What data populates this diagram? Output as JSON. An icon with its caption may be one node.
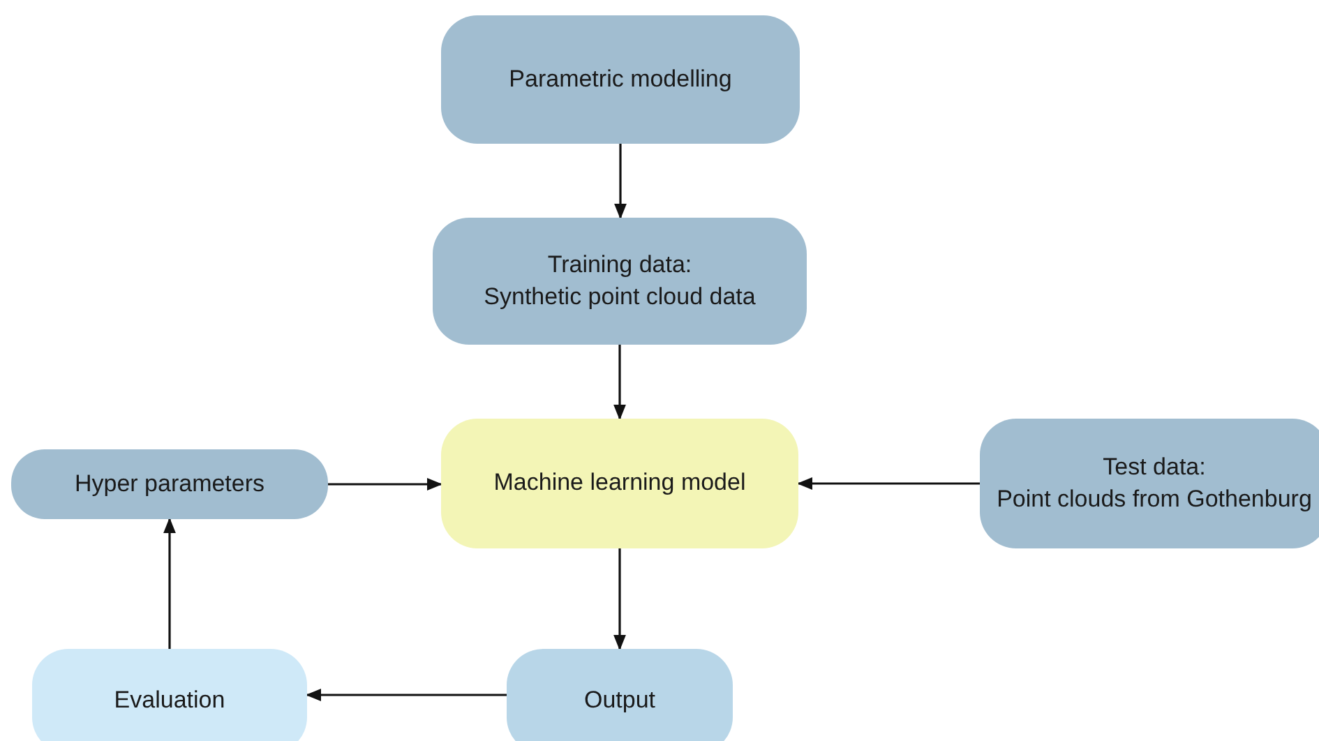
{
  "diagram": {
    "nodes": [
      {
        "text": [
          "Parametric modelling"
        ]
      },
      {
        "text": [
          "Training data:",
          "Synthetic point cloud data"
        ]
      },
      {
        "text": [
          "Machine learning model"
        ]
      },
      {
        "text": [
          "Test data:",
          "Point clouds from Gothenburg"
        ]
      },
      {
        "text": [
          "Hyper parameters"
        ]
      },
      {
        "text": [
          "Evaluation"
        ]
      },
      {
        "text": [
          "Output"
        ]
      }
    ],
    "edges": [
      {
        "from": 0,
        "to": 1,
        "arrow": "to"
      },
      {
        "from": 1,
        "to": 2,
        "arrow": "to"
      },
      {
        "from": 4,
        "to": 2,
        "arrow": "to"
      },
      {
        "from": 3,
        "to": 2,
        "arrow": "to"
      },
      {
        "from": 2,
        "to": 6,
        "arrow": "to"
      },
      {
        "from": 6,
        "to": 5,
        "arrow": "to"
      },
      {
        "from": 5,
        "to": 4,
        "arrow": "to"
      }
    ]
  }
}
